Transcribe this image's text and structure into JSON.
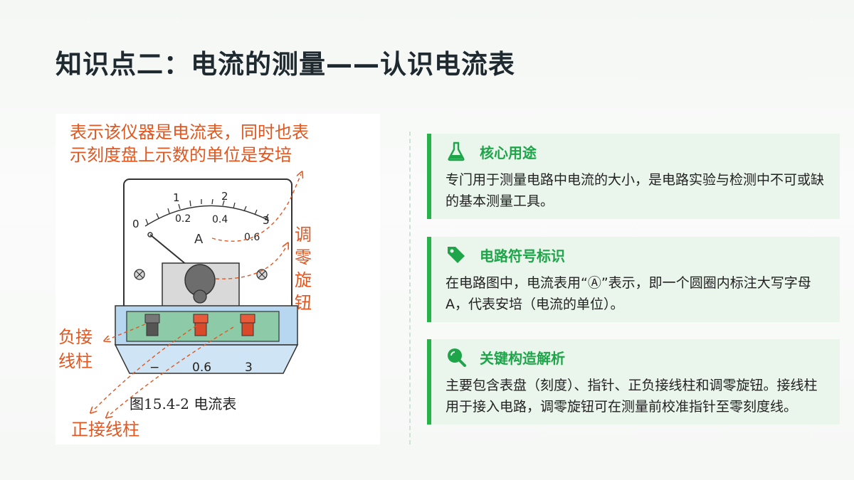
{
  "title": "知识点二：电流的测量——认识电流表",
  "figure": {
    "annotation_top_line1": "表示该仪器是电流表，同时也表",
    "annotation_top_line2": "示刻度盘上示数的单位是安培",
    "annotation_right_1": "调",
    "annotation_right_2": "零",
    "annotation_right_3": "旋",
    "annotation_right_4": "钮",
    "annotation_left_line1": "负接",
    "annotation_left_line2": "线柱",
    "annotation_bottom": "正接线柱",
    "caption": "图15.4-2   电流表",
    "unit_symbol": "A",
    "scale_top": [
      "1",
      "2",
      "3"
    ],
    "scale_zero": "0",
    "scale_bottom": [
      "0.2",
      "0.4",
      "0.6"
    ],
    "terminal_labels": [
      "−",
      "0.6",
      "3"
    ]
  },
  "cards": [
    {
      "title": "核心用途",
      "icon": "flask-icon",
      "body": "专门用于测量电路中电流的大小，是电路实验与检测中不可或缺的基本测量工具。"
    },
    {
      "title": "电路符号标识",
      "icon": "tag-icon",
      "body": "在电路图中，电流表用“Ⓐ”表示，即一个圆圈内标注大写字母 A，代表安培（电流的单位）。"
    },
    {
      "title": "关键构造解析",
      "icon": "search-icon",
      "body": "主要包含表盘（刻度）、指针、正负接线柱和调零旋钮。接线柱用于接入电路，调零旋钮可在测量前校准指针至零刻度线。"
    }
  ],
  "colors": {
    "accent": "#27b24a",
    "card_bg": "#eaf5ec",
    "annotation": "#e2561f"
  }
}
